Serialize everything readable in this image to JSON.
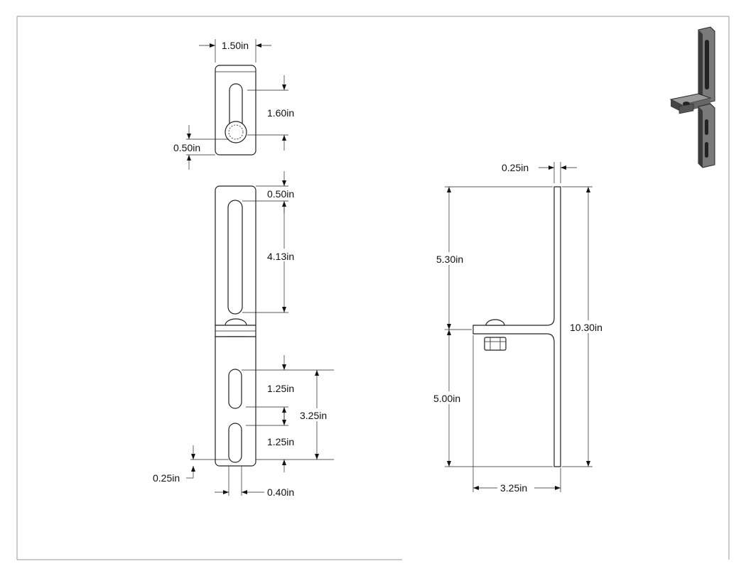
{
  "diagram": {
    "top_view": {
      "width_label": "1.50in",
      "slot_length_label": "1.60in",
      "hole_label": "0.50in"
    },
    "front_view": {
      "top_margin_label": "0.50in",
      "upper_slot_label": "4.13in",
      "slot_a_label": "1.25in",
      "slot_span_label": "3.25in",
      "slot_b_label": "1.25in",
      "bottom_margin_label": "0.25in",
      "slot_width_label": "0.40in"
    },
    "side_view": {
      "thickness_label": "0.25in",
      "upper_height_label": "5.30in",
      "overall_height_label": "10.30in",
      "lower_height_label": "5.00in",
      "depth_label": "3.25in"
    },
    "thumbnail_icon": "bracket-3d-render"
  }
}
